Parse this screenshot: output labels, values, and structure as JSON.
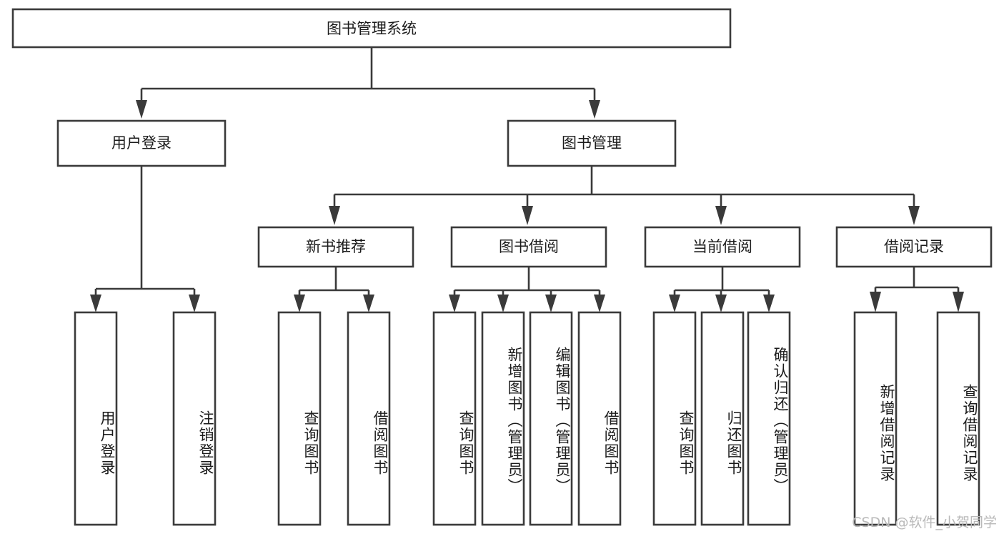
{
  "diagram": {
    "type": "tree-hierarchy",
    "title": "图书管理系统",
    "watermark": "CSDN @软件_小贺同学",
    "colors": {
      "background": "#ffffff",
      "stroke": "#3a3a3a",
      "box_fill": "#ffffff",
      "text": "#1b1b1b",
      "watermark": "#b9b9b9"
    },
    "root": {
      "label": "图书管理系统"
    },
    "level2": [
      {
        "label": "用户登录"
      },
      {
        "label": "图书管理"
      }
    ],
    "level3": [
      {
        "label": "新书推荐"
      },
      {
        "label": "图书借阅"
      },
      {
        "label": "当前借阅"
      },
      {
        "label": "借阅记录"
      }
    ],
    "leaves": {
      "user_login": [
        {
          "label": "用户登录"
        },
        {
          "label": "注销登录"
        }
      ],
      "new_book_recommend": [
        {
          "label": "查询图书"
        },
        {
          "label": "借阅图书"
        }
      ],
      "book_borrow": [
        {
          "label": "查询图书"
        },
        {
          "label": "新增图书（管理员）"
        },
        {
          "label": "编辑图书（管理员）"
        },
        {
          "label": "借阅图书"
        }
      ],
      "current_borrow": [
        {
          "label": "查询图书"
        },
        {
          "label": "归还图书"
        },
        {
          "label": "确认归还（管理员）"
        }
      ],
      "borrow_record": [
        {
          "label": "新增借阅记录"
        },
        {
          "label": "查询借阅记录"
        }
      ]
    }
  }
}
